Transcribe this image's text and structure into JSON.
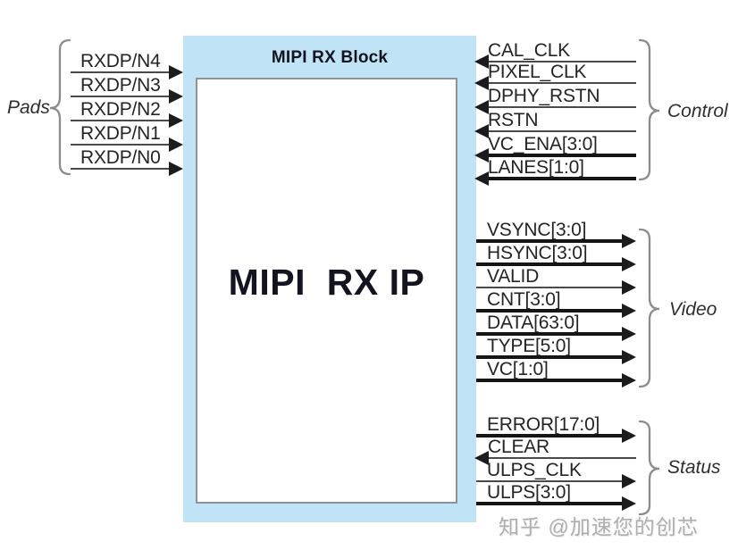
{
  "diagram": {
    "block": {
      "header": "MIPI RX Block",
      "title": "MIPI  RX IP"
    },
    "pads": {
      "label": "Pads",
      "signals": [
        {
          "name": "RXDP/N4",
          "dir": "in",
          "bus": false
        },
        {
          "name": "RXDP/N3",
          "dir": "in",
          "bus": false
        },
        {
          "name": "RXDP/N2",
          "dir": "in",
          "bus": false
        },
        {
          "name": "RXDP/N1",
          "dir": "in",
          "bus": false
        },
        {
          "name": "RXDP/N0",
          "dir": "in",
          "bus": false
        }
      ]
    },
    "control": {
      "label": "Control",
      "signals": [
        {
          "name": "CAL_CLK",
          "dir": "in",
          "bus": false
        },
        {
          "name": "PIXEL_CLK",
          "dir": "in",
          "bus": false
        },
        {
          "name": "DPHY_RSTN",
          "dir": "in",
          "bus": false
        },
        {
          "name": "RSTN",
          "dir": "in",
          "bus": false
        },
        {
          "name": "VC_ENA[3:0]",
          "dir": "in",
          "bus": true
        },
        {
          "name": "LANES[1:0]",
          "dir": "in",
          "bus": true
        }
      ]
    },
    "video": {
      "label": "Video",
      "signals": [
        {
          "name": "VSYNC[3:0]",
          "dir": "out",
          "bus": true
        },
        {
          "name": "HSYNC[3:0]",
          "dir": "out",
          "bus": true
        },
        {
          "name": "VALID",
          "dir": "out",
          "bus": false
        },
        {
          "name": "CNT[3:0]",
          "dir": "out",
          "bus": true
        },
        {
          "name": "DATA[63:0]",
          "dir": "out",
          "bus": true
        },
        {
          "name": "TYPE[5:0]",
          "dir": "out",
          "bus": true
        },
        {
          "name": "VC[1:0]",
          "dir": "out",
          "bus": true
        }
      ]
    },
    "status": {
      "label": "Status",
      "signals": [
        {
          "name": "ERROR[17:0]",
          "dir": "out",
          "bus": true
        },
        {
          "name": "CLEAR",
          "dir": "in",
          "bus": false
        },
        {
          "name": "ULPS_CLK",
          "dir": "out",
          "bus": false
        },
        {
          "name": "ULPS[3:0]",
          "dir": "out",
          "bus": true
        }
      ]
    },
    "watermark": "知乎 @加速您的创芯",
    "colors": {
      "block_fill": "#c0e3f6",
      "line_thin": "#4a4a4a",
      "line_thick": "#151515",
      "brace": "#8c8c8c"
    }
  }
}
